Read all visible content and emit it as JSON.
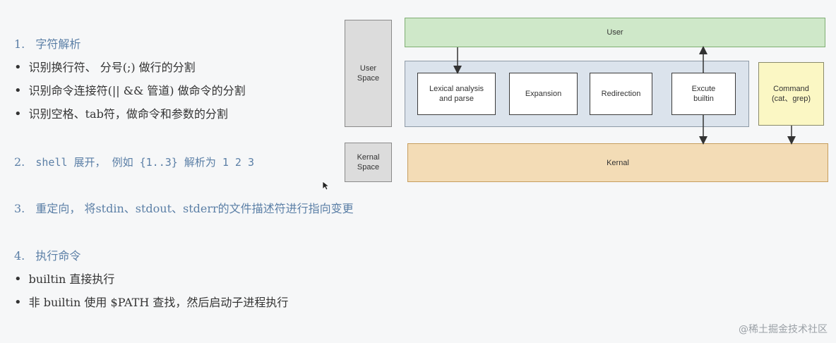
{
  "notes": {
    "section1": {
      "num": "1.",
      "title": "字符解析",
      "bullets": [
        "识别换行符、 分号(;) 做行的分割",
        "识别命令连接符(|| && 管道) 做命令的分割",
        "识别空格、tab符，做命令和参数的分割"
      ]
    },
    "section2": {
      "num": "2.",
      "text": "shell 展开， 例如 {1..3} 解析为  1 2 3"
    },
    "section3": {
      "num": "3.",
      "text": "重定向， 将stdin、stdout、stderr的文件描述符进行指向变更"
    },
    "section4": {
      "num": "4.",
      "title": "执行命令",
      "bullets": [
        "builtin 直接执行",
        "非 builtin 使用 $PATH 查找，然后启动子进程执行"
      ]
    },
    "bullet_glyph": "•"
  },
  "diagram": {
    "user_space": [
      "User",
      "Space"
    ],
    "kernal_space": [
      "Kernal",
      "Space"
    ],
    "user": "User",
    "steps": {
      "lexical": [
        "Lexical analysis",
        "and parse"
      ],
      "expansion": "Expansion",
      "redirection": "Redirection",
      "excute": [
        "Excute",
        "builtin"
      ]
    },
    "command": [
      "Command",
      "(cat、grep)"
    ],
    "kernal": "Kernal"
  },
  "watermark": "@稀土掘金技术社区",
  "colors": {
    "heading": "#5b7fa6",
    "user_green": "#cfe8c9",
    "group_blue": "#dbe3ec",
    "command_yellow": "#fbf7c4",
    "kernal_orange": "#f3dcb6",
    "side_gray": "#dcdcdc"
  }
}
